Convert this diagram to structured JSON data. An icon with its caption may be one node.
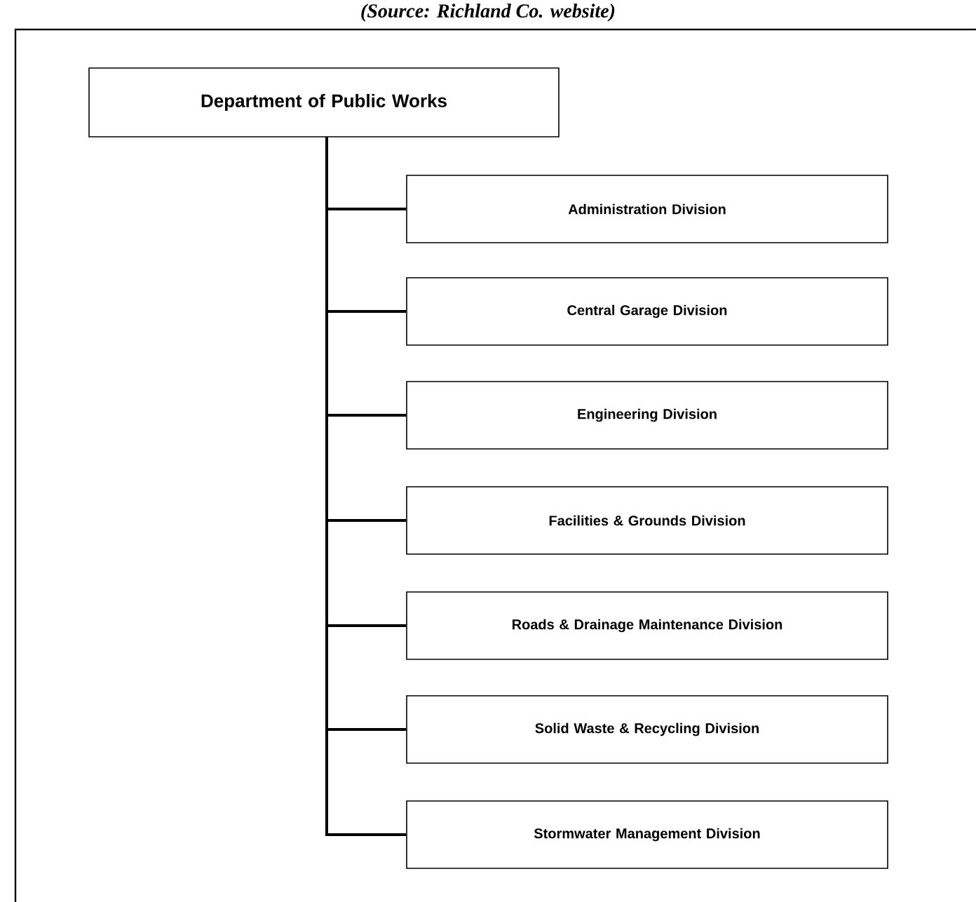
{
  "diagram": {
    "caption": "(Source: Richland Co. website)",
    "nodes": [
      {
        "text": [
          "Department of Public Works"
        ]
      },
      {
        "text": [
          "Administration Division"
        ]
      },
      {
        "text": [
          "Central Garage Division"
        ]
      },
      {
        "text": [
          "Engineering Division"
        ]
      },
      {
        "text": [
          "Facilities & Grounds Division"
        ]
      },
      {
        "text": [
          "Roads & Drainage Maintenance Division"
        ]
      },
      {
        "text": [
          "Solid Waste & Recycling Division"
        ]
      },
      {
        "text": [
          "Stormwater Management Division"
        ]
      }
    ],
    "edges": [
      {
        "from": 0,
        "to": 1,
        "arrow": "none"
      },
      {
        "from": 0,
        "to": 2,
        "arrow": "none"
      },
      {
        "from": 0,
        "to": 3,
        "arrow": "none"
      },
      {
        "from": 0,
        "to": 4,
        "arrow": "none"
      },
      {
        "from": 0,
        "to": 5,
        "arrow": "none"
      },
      {
        "from": 0,
        "to": 6,
        "arrow": "none"
      },
      {
        "from": 0,
        "to": 7,
        "arrow": "none"
      }
    ]
  }
}
